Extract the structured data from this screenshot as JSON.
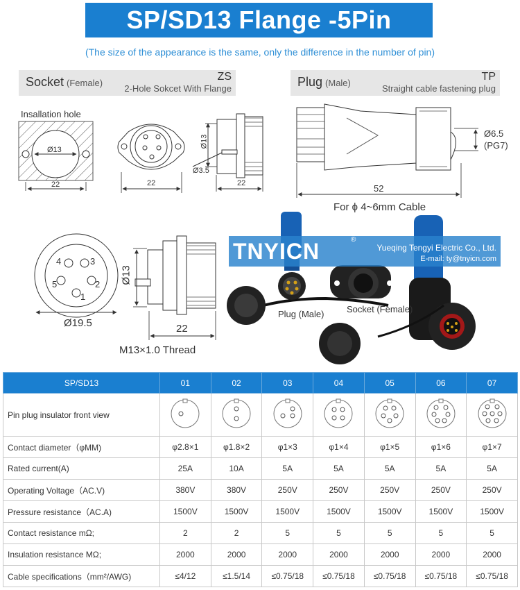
{
  "title": "SP/SD13 Flange -5Pin",
  "subtitle": "(The size of the appearance is the same, only the difference in the number of pin)",
  "socket": {
    "name": "Socket",
    "gender": "(Female)",
    "code": "ZS",
    "desc": "2-Hole Sokcet With Flange",
    "install_label": "Insallation hole",
    "dim_hole": "Ø13",
    "dim_22": "22",
    "dim_13": "Ø13",
    "dim_35": "Ø3.5"
  },
  "plug": {
    "name": "Plug",
    "gender": "(Male)",
    "code": "TP",
    "desc": "Straight cable fastening plug",
    "dim_65": "Ø6.5",
    "dim_pg": "(PG7)",
    "dim_52": "52",
    "cable_note": "For ϕ 4~6mm Cable"
  },
  "face": {
    "pins": [
      "4",
      "3",
      "5",
      "2",
      "1"
    ],
    "dim_13": "Ø13",
    "dim_195": "Ø19.5",
    "dim_22": "22",
    "thread": "M13×1.0 Thread"
  },
  "photo": {
    "plug_label": "Plug (Male)",
    "socket_label": "Socket (Female)"
  },
  "brand": {
    "logo": "TNYICN",
    "reg": "®",
    "company": "Yueqing Tengyi Electric Co., Ltd.",
    "email": "E-mail:  ty@tnyicn.com"
  },
  "table": {
    "header": [
      "SP/SD13",
      "01",
      "02",
      "03",
      "04",
      "05",
      "06",
      "07"
    ],
    "pin_row_label": "Pin plug insulator front view",
    "pin_counts": [
      1,
      2,
      3,
      4,
      5,
      6,
      7
    ],
    "rows": [
      {
        "label": "Contact diameter（φMM)",
        "values": [
          "φ2.8×1",
          "φ1.8×2",
          "φ1×3",
          "φ1×4",
          "φ1×5",
          "φ1×6",
          "φ1×7"
        ]
      },
      {
        "label": "Rated current(A)",
        "values": [
          "25A",
          "10A",
          "5A",
          "5A",
          "5A",
          "5A",
          "5A"
        ]
      },
      {
        "label": "Operating Voltage（AC.V)",
        "values": [
          "380V",
          "380V",
          "250V",
          "250V",
          "250V",
          "250V",
          "250V"
        ]
      },
      {
        "label": "Pressure resistance（AC.A)",
        "values": [
          "1500V",
          "1500V",
          "1500V",
          "1500V",
          "1500V",
          "1500V",
          "1500V"
        ]
      },
      {
        "label": "Contact resistance mΩ;",
        "values": [
          "2",
          "2",
          "5",
          "5",
          "5",
          "5",
          "5"
        ]
      },
      {
        "label": "Insulation resistance MΩ;",
        "values": [
          "2000",
          "2000",
          "2000",
          "2000",
          "2000",
          "2000",
          "2000"
        ]
      },
      {
        "label": "Cable specifications（mm²/AWG)",
        "values": [
          "≤4/12",
          "≤1.5/14",
          "≤0.75/18",
          "≤0.75/18",
          "≤0.75/18",
          "≤0.75/18",
          "≤0.75/18"
        ]
      }
    ]
  }
}
